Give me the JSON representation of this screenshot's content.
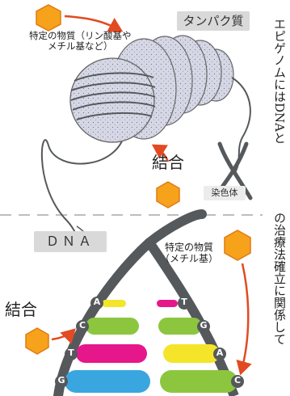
{
  "colors": {
    "orange": "#f7a21b",
    "orange_stroke": "#e07b14",
    "red_arrow": "#e24a22",
    "blue": "#3aa6e0",
    "green": "#8cc63f",
    "magenta": "#e6178a",
    "yellow": "#f4e52a",
    "strand": "#55595c",
    "protein": "#d9d9e6",
    "divider": "#bdbdbd"
  },
  "top": {
    "modifier_label": "特定の物質（リン酸基や\nメチル基など）",
    "protein_label": "タンパク質",
    "bind_label": "結合",
    "chromosome_label": "染色体"
  },
  "bottom": {
    "dna_label": "ＤＮＡ",
    "bind_label": "結合",
    "methyl_label": "特定の物質\n（メチル基）",
    "base_pairs": [
      {
        "left": "A",
        "right": "T",
        "left_color": "yellow",
        "right_color": "magenta"
      },
      {
        "left": "C",
        "right": "G",
        "left_color": "green",
        "right_color": "green"
      },
      {
        "left": "T",
        "right": "A",
        "left_color": "magenta",
        "right_color": "yellow"
      },
      {
        "left": "G",
        "right": "C",
        "left_color": "blue",
        "right_color": "green"
      }
    ]
  },
  "side_text": {
    "column1": "エピゲノムにはDNAと",
    "column2": "の治療法確立に関係して"
  }
}
